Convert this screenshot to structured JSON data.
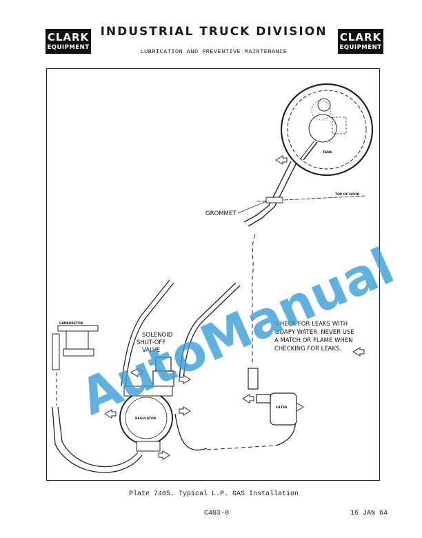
{
  "header": {
    "brand_main": "CLARK",
    "brand_sub": "EQUIPMENT",
    "title": "INDUSTRIAL TRUCK DIVISION",
    "subtitle": "LUBRICATION AND PREVENTIVE MAINTENANCE"
  },
  "diagram": {
    "labels": {
      "tank": "TANK",
      "top_of_hood": "TOP OF HOOD",
      "grommet": "GROMMET",
      "carburetor": "CARBURETOR",
      "solenoid": [
        "SOLENOID",
        "SHUT-OFF",
        "VALVE"
      ],
      "regulator": "REGULATOR",
      "filter": "FILTER",
      "warning": [
        "CHECK FOR LEAKS WITH",
        "SOAPY WATER. NEVER USE",
        "A MATCH OR FLAME WHEN",
        "CHECKING FOR LEAKS."
      ]
    }
  },
  "watermark": "AutoManual",
  "footer": {
    "caption": "Plate 7405.  Typical L.P. GAS Installation",
    "code": "C403-0",
    "date": "16 JAN 64"
  }
}
